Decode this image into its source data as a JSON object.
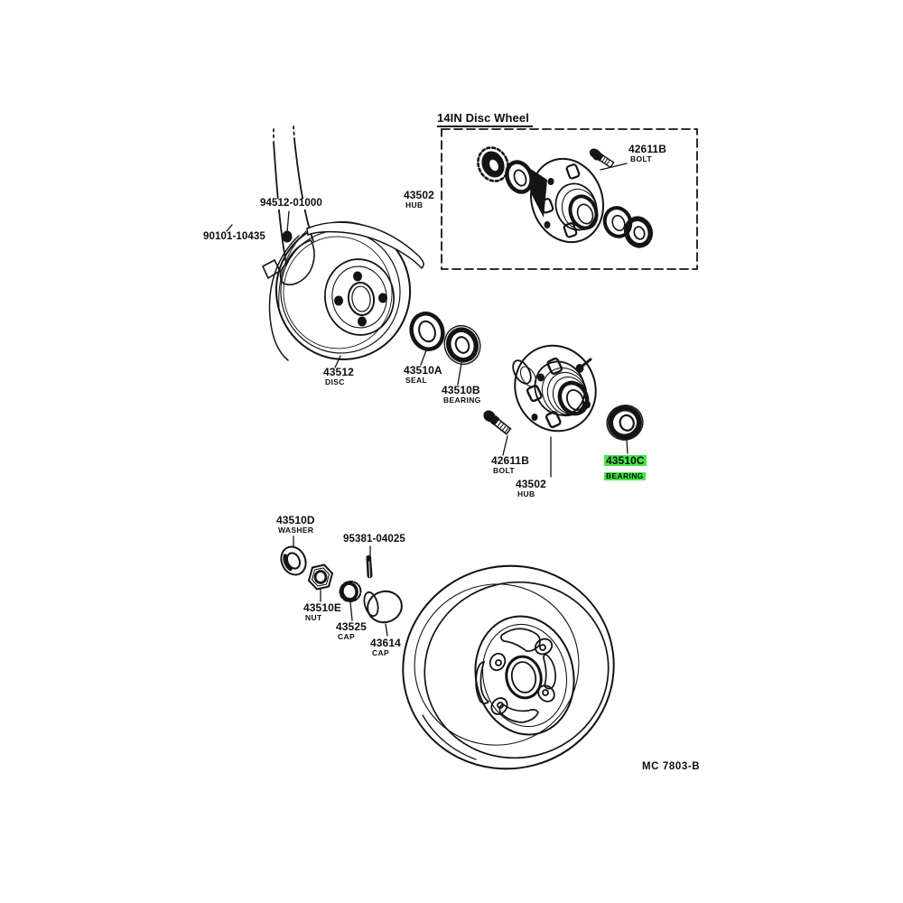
{
  "diagram": {
    "title": "14IN Disc Wheel",
    "drawing_code": "MC 7803-B",
    "highlight_color": "#46e546",
    "highlighted_part": "43510C",
    "line_color": "#141414"
  },
  "parts": [
    {
      "number": "42611B",
      "name": "BOLT"
    },
    {
      "number": "43502",
      "name": "HUB"
    },
    {
      "number": "94512-01000",
      "name": ""
    },
    {
      "number": "90101-10435",
      "name": ""
    },
    {
      "number": "43512",
      "name": "DISC"
    },
    {
      "number": "43510A",
      "name": "SEAL"
    },
    {
      "number": "43510B",
      "name": "BEARING"
    },
    {
      "number": "42611B",
      "name": "BOLT"
    },
    {
      "number": "43502",
      "name": "HUB"
    },
    {
      "number": "43510C",
      "name": "BEARING"
    },
    {
      "number": "43510D",
      "name": "WASHER"
    },
    {
      "number": "95381-04025",
      "name": ""
    },
    {
      "number": "43510E",
      "name": "NUT"
    },
    {
      "number": "43525",
      "name": "CAP"
    },
    {
      "number": "43614",
      "name": "CAP"
    }
  ]
}
